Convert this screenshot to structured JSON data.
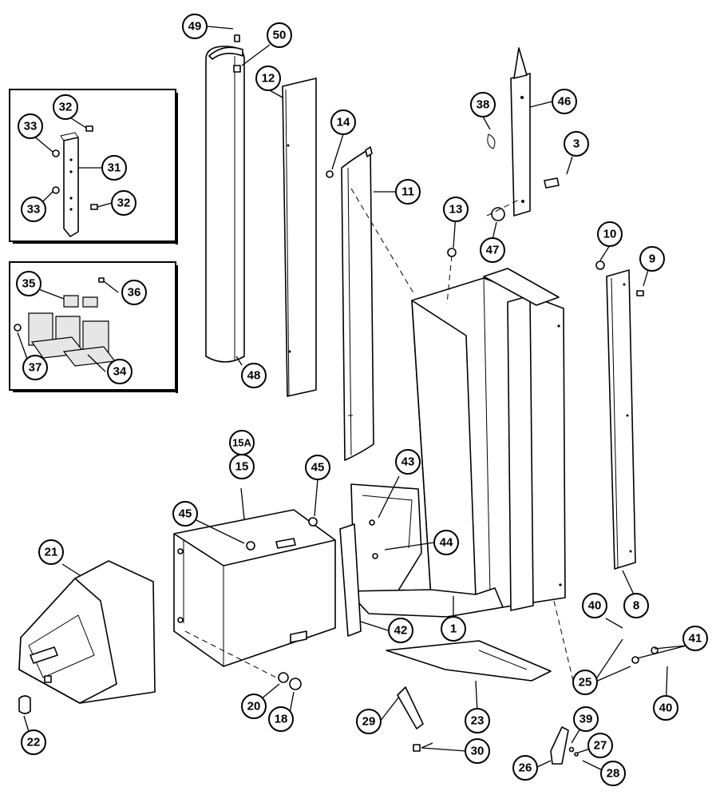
{
  "callouts": [
    {
      "id": "c49",
      "label": "49"
    },
    {
      "id": "c50",
      "label": "50"
    },
    {
      "id": "c12",
      "label": "12"
    },
    {
      "id": "c14",
      "label": "14"
    },
    {
      "id": "c11",
      "label": "11"
    },
    {
      "id": "c48",
      "label": "48"
    },
    {
      "id": "c13",
      "label": "13"
    },
    {
      "id": "c38",
      "label": "38"
    },
    {
      "id": "c46",
      "label": "46"
    },
    {
      "id": "c3",
      "label": "3"
    },
    {
      "id": "c47",
      "label": "47"
    },
    {
      "id": "c10",
      "label": "10"
    },
    {
      "id": "c9",
      "label": "9"
    },
    {
      "id": "c8",
      "label": "8"
    },
    {
      "id": "c1",
      "label": "1"
    },
    {
      "id": "c43",
      "label": "43"
    },
    {
      "id": "c44",
      "label": "44"
    },
    {
      "id": "c42",
      "label": "42"
    },
    {
      "id": "c15A",
      "label": "15A"
    },
    {
      "id": "c15",
      "label": "15"
    },
    {
      "id": "c45a",
      "label": "45"
    },
    {
      "id": "c45b",
      "label": "45"
    },
    {
      "id": "c21",
      "label": "21"
    },
    {
      "id": "c22",
      "label": "22"
    },
    {
      "id": "c20",
      "label": "20"
    },
    {
      "id": "c18",
      "label": "18"
    },
    {
      "id": "c23",
      "label": "23"
    },
    {
      "id": "c29",
      "label": "29"
    },
    {
      "id": "c30",
      "label": "30"
    },
    {
      "id": "c40a",
      "label": "40"
    },
    {
      "id": "c40b",
      "label": "40"
    },
    {
      "id": "c41",
      "label": "41"
    },
    {
      "id": "c25",
      "label": "25"
    },
    {
      "id": "c26",
      "label": "26"
    },
    {
      "id": "c39",
      "label": "39"
    },
    {
      "id": "c27",
      "label": "27"
    },
    {
      "id": "c28",
      "label": "28"
    },
    {
      "id": "i32a",
      "label": "32"
    },
    {
      "id": "i33a",
      "label": "33"
    },
    {
      "id": "i31",
      "label": "31"
    },
    {
      "id": "i33b",
      "label": "33"
    },
    {
      "id": "i32b",
      "label": "32"
    },
    {
      "id": "i35",
      "label": "35"
    },
    {
      "id": "i36",
      "label": "36"
    },
    {
      "id": "i37",
      "label": "37"
    },
    {
      "id": "i34",
      "label": "34"
    }
  ]
}
